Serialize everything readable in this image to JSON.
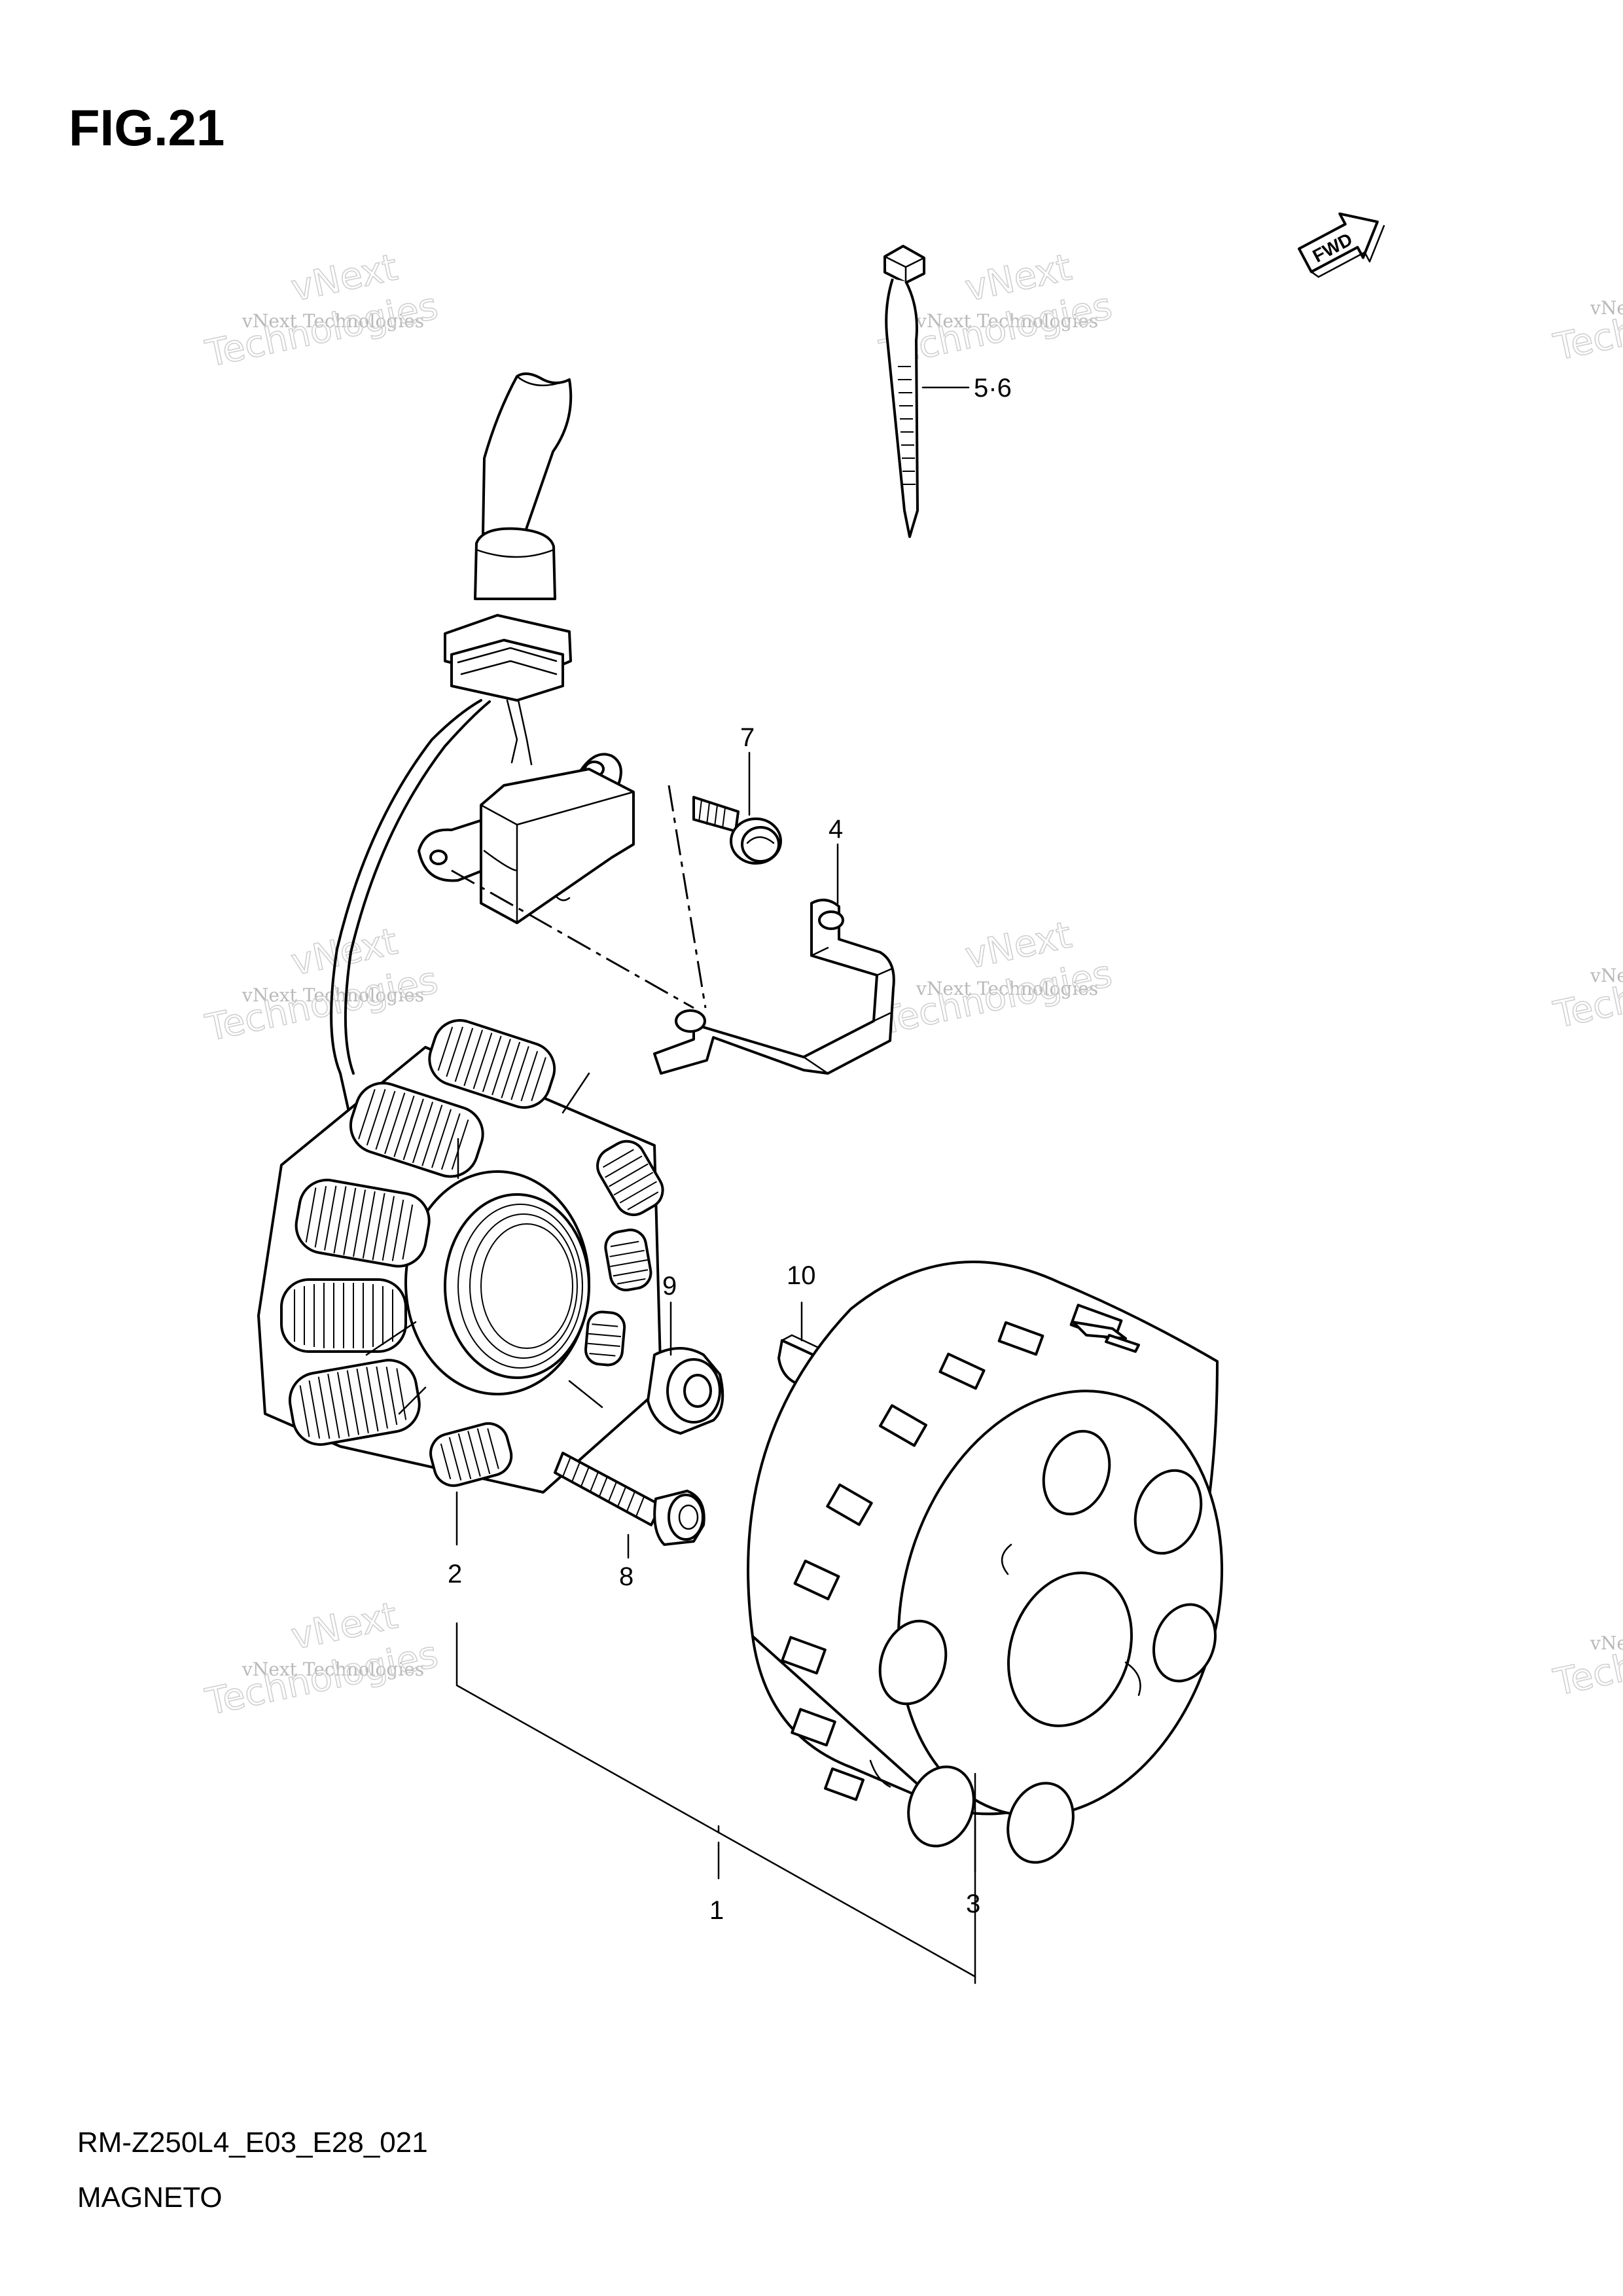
{
  "figure": {
    "title": "FIG.21",
    "code": "RM-Z250L4_E03_E28_021",
    "name": "MAGNETO",
    "fwd_label": "FWD"
  },
  "callouts": [
    "1",
    "2",
    "3",
    "4",
    "5·6",
    "7",
    "8",
    "9",
    "10"
  ],
  "watermark": {
    "line1": "vNext Technologies",
    "line2": "vNext",
    "line3": "Technologies"
  }
}
